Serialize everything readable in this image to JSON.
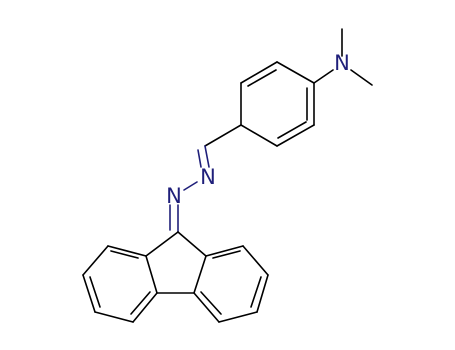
{
  "molecule": {
    "atoms": {
      "n_amine": "N",
      "n_imine": "N",
      "n_hydrazone": "N"
    }
  },
  "colors": {
    "bond": "#000000",
    "heteroatom": "#1f1f7a"
  }
}
